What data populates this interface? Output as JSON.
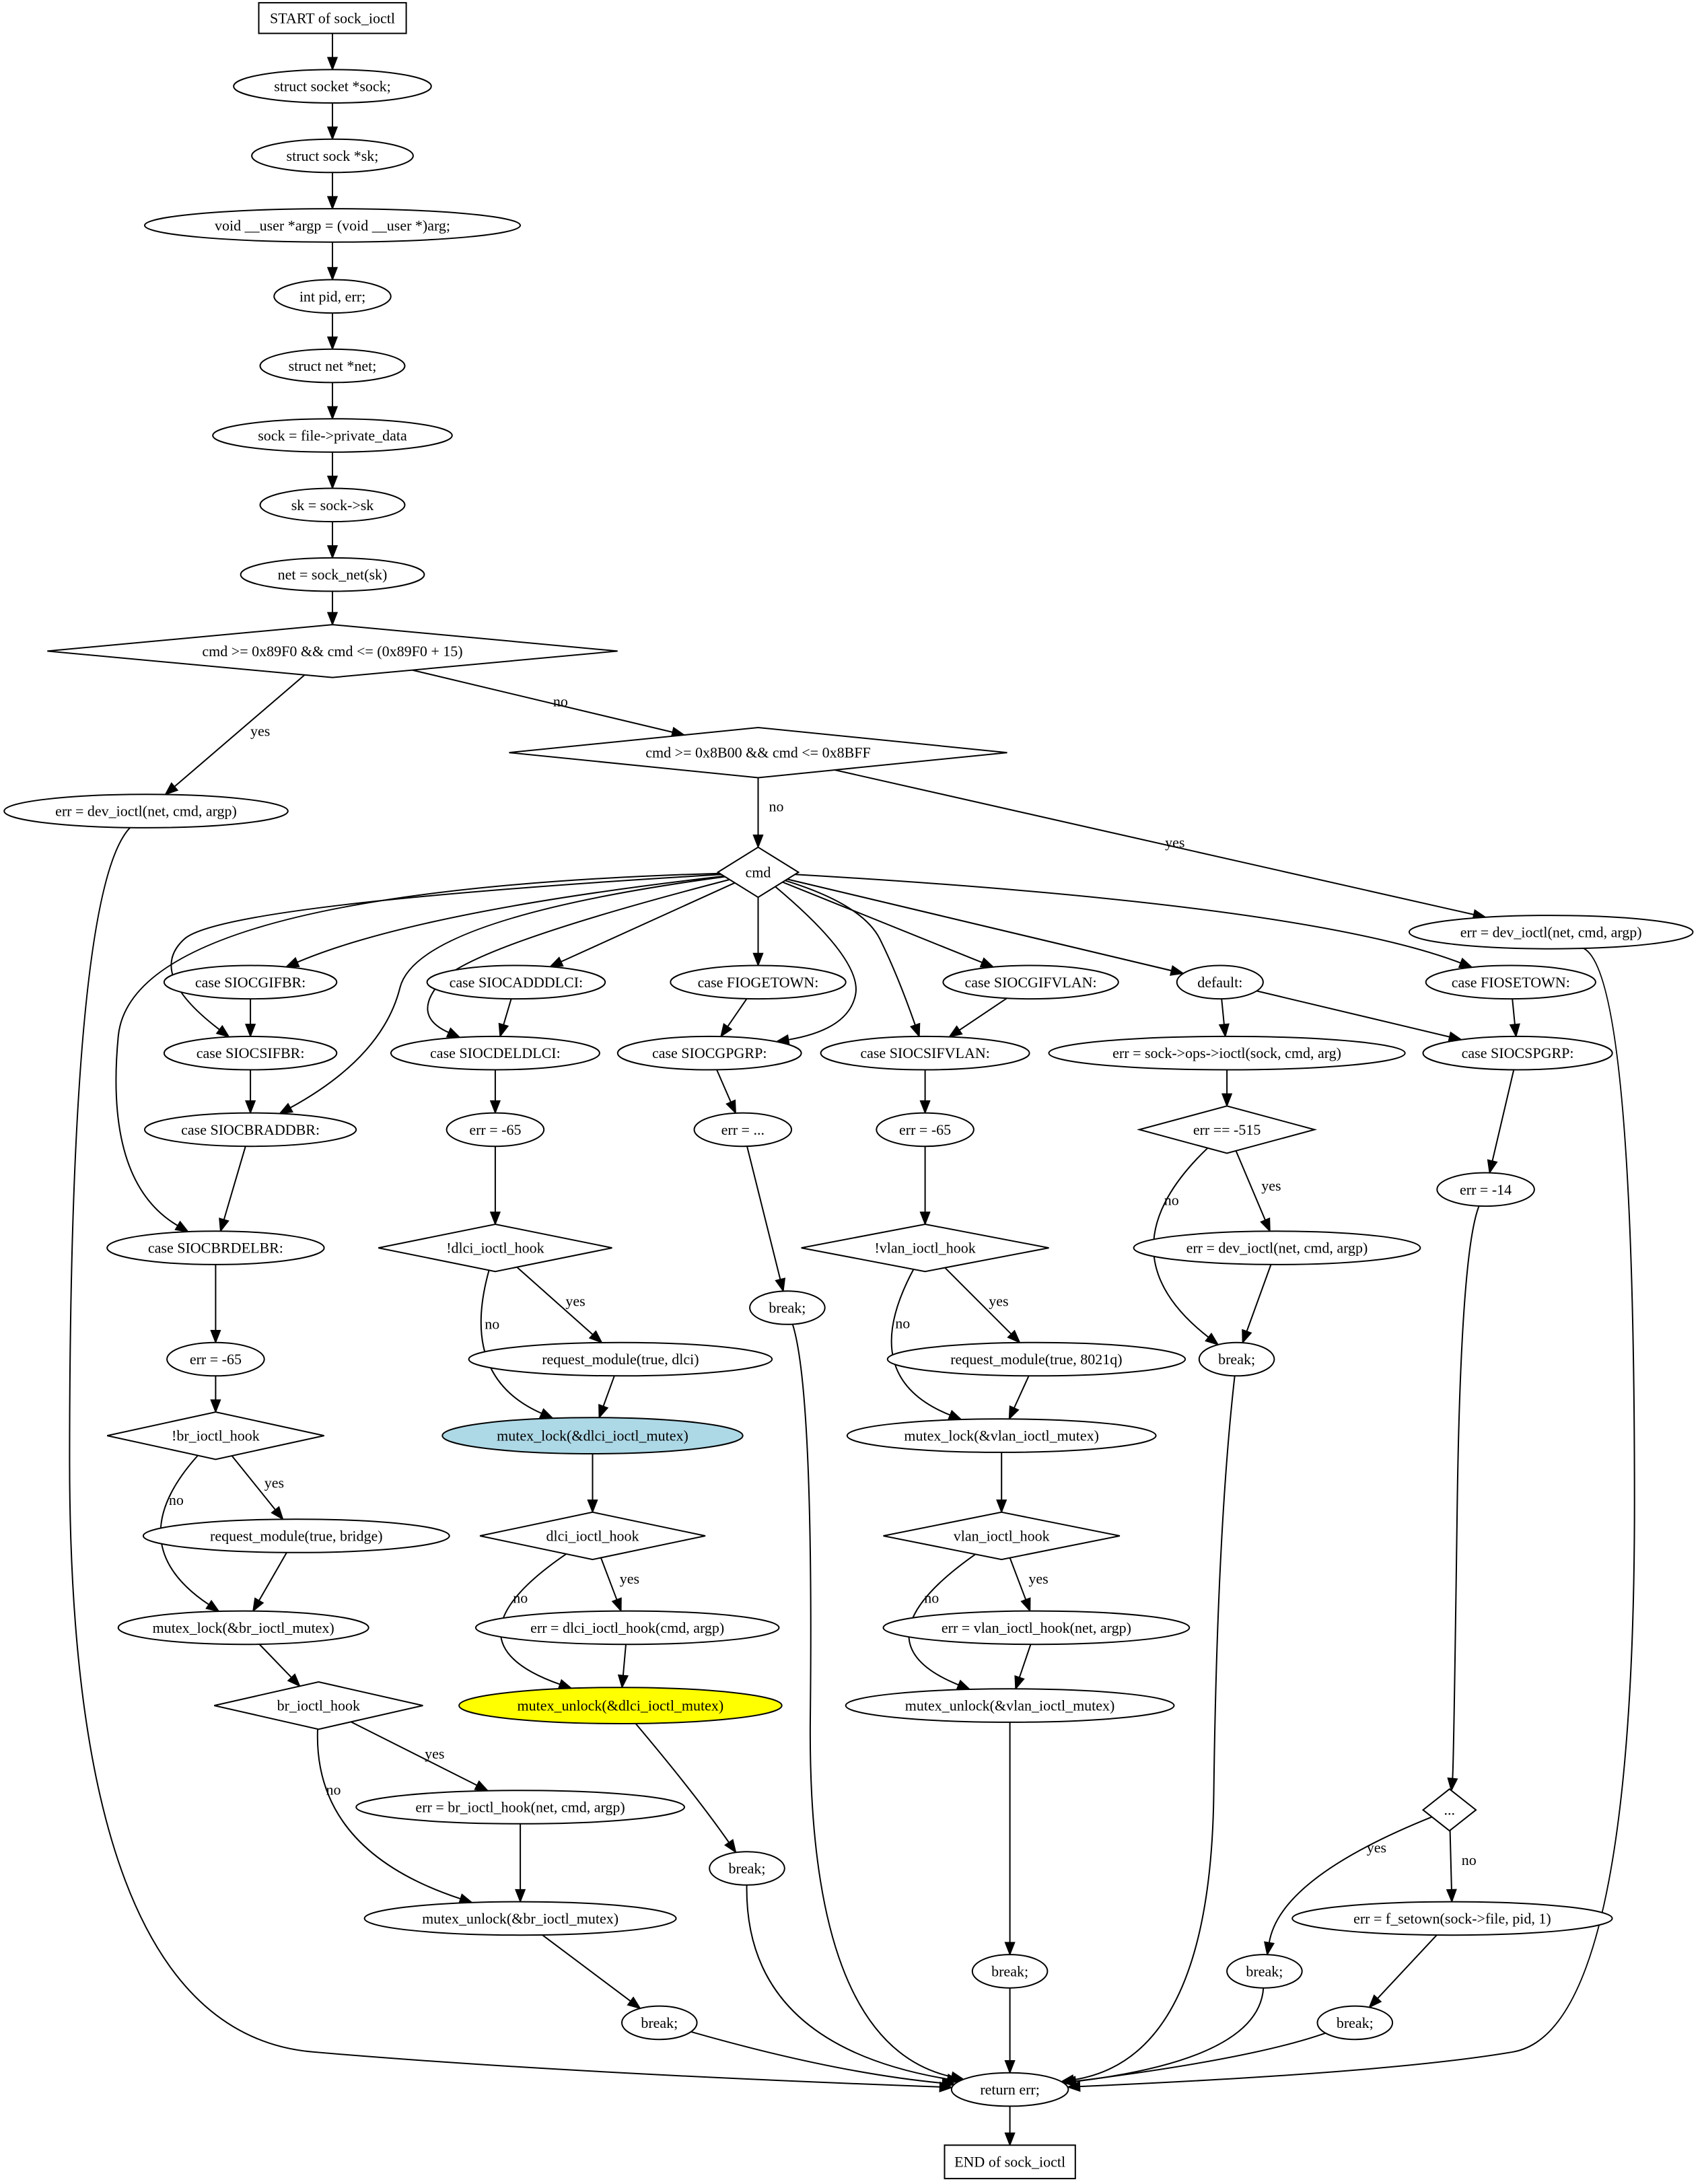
{
  "diagram": {
    "nodes": {
      "start": {
        "label": "START of sock_ioctl",
        "shape": "box"
      },
      "n1": {
        "label": "struct socket *sock;",
        "shape": "ellipse"
      },
      "n2": {
        "label": "struct sock *sk;",
        "shape": "ellipse"
      },
      "n3": {
        "label": "void __user *argp = (void __user *)arg;",
        "shape": "ellipse"
      },
      "n4": {
        "label": "int pid, err;",
        "shape": "ellipse"
      },
      "n5": {
        "label": "struct net *net;",
        "shape": "ellipse"
      },
      "n6": {
        "label": "sock = file->private_data",
        "shape": "ellipse"
      },
      "n7": {
        "label": "sk = sock->sk",
        "shape": "ellipse"
      },
      "n8": {
        "label": "net = sock_net(sk)",
        "shape": "ellipse"
      },
      "d1": {
        "label": "cmd >= 0x89F0 && cmd <= (0x89F0 + 15)",
        "shape": "diamond"
      },
      "e1": {
        "label": "err = dev_ioctl(net, cmd, argp)",
        "shape": "ellipse"
      },
      "d2": {
        "label": "cmd >= 0x8B00 && cmd <= 0x8BFF",
        "shape": "diamond"
      },
      "sw": {
        "label": "cmd",
        "shape": "diamond"
      },
      "e2": {
        "label": "err = dev_ioctl(net, cmd, argp)",
        "shape": "ellipse"
      },
      "c_gifbr": {
        "label": "case SIOCGIFBR:",
        "shape": "ellipse"
      },
      "c_sifbr": {
        "label": "case SIOCSIFBR:",
        "shape": "ellipse"
      },
      "c_braddbr": {
        "label": "case SIOCBRADDBR:",
        "shape": "ellipse"
      },
      "c_brdelbr": {
        "label": "case SIOCBRDELBR:",
        "shape": "ellipse"
      },
      "br_err": {
        "label": "err = -65",
        "shape": "ellipse"
      },
      "br_d1": {
        "label": "!br_ioctl_hook",
        "shape": "diamond"
      },
      "br_req": {
        "label": "request_module(true, bridge)",
        "shape": "ellipse"
      },
      "br_lock": {
        "label": "mutex_lock(&br_ioctl_mutex)",
        "shape": "ellipse"
      },
      "br_d2": {
        "label": "br_ioctl_hook",
        "shape": "diamond"
      },
      "br_call": {
        "label": "err = br_ioctl_hook(net, cmd, argp)",
        "shape": "ellipse"
      },
      "br_unlock": {
        "label": "mutex_unlock(&br_ioctl_mutex)",
        "shape": "ellipse"
      },
      "br_break": {
        "label": "break;",
        "shape": "ellipse"
      },
      "c_adddlci": {
        "label": "case SIOCADDDLCI:",
        "shape": "ellipse"
      },
      "c_deldlci": {
        "label": "case SIOCDELDLCI:",
        "shape": "ellipse"
      },
      "dl_err": {
        "label": "err = -65",
        "shape": "ellipse"
      },
      "dl_d1": {
        "label": "!dlci_ioctl_hook",
        "shape": "diamond"
      },
      "dl_req": {
        "label": "request_module(true, dlci)",
        "shape": "ellipse"
      },
      "dl_lock": {
        "label": "mutex_lock(&dlci_ioctl_mutex)",
        "shape": "ellipse",
        "fill": "#add8e6"
      },
      "dl_d2": {
        "label": "dlci_ioctl_hook",
        "shape": "diamond"
      },
      "dl_call": {
        "label": "err = dlci_ioctl_hook(cmd, argp)",
        "shape": "ellipse"
      },
      "dl_unlock": {
        "label": "mutex_unlock(&dlci_ioctl_mutex)",
        "shape": "ellipse",
        "fill": "#ffff00"
      },
      "dl_break": {
        "label": "break;",
        "shape": "ellipse"
      },
      "c_fiogetown": {
        "label": "case FIOGETOWN:",
        "shape": "ellipse"
      },
      "c_gpgrp": {
        "label": "case SIOCGPGRP:",
        "shape": "ellipse"
      },
      "own_err": {
        "label": "err = ...",
        "shape": "ellipse"
      },
      "own_break": {
        "label": "break;",
        "shape": "ellipse"
      },
      "c_gifvlan": {
        "label": "case SIOCGIFVLAN:",
        "shape": "ellipse"
      },
      "c_sifvlan": {
        "label": "case SIOCSIFVLAN:",
        "shape": "ellipse"
      },
      "vl_err": {
        "label": "err = -65",
        "shape": "ellipse"
      },
      "vl_d1": {
        "label": "!vlan_ioctl_hook",
        "shape": "diamond"
      },
      "vl_req": {
        "label": "request_module(true, 8021q)",
        "shape": "ellipse"
      },
      "vl_lock": {
        "label": "mutex_lock(&vlan_ioctl_mutex)",
        "shape": "ellipse"
      },
      "vl_d2": {
        "label": "vlan_ioctl_hook",
        "shape": "diamond"
      },
      "vl_call": {
        "label": "err = vlan_ioctl_hook(net, argp)",
        "shape": "ellipse"
      },
      "vl_unlock": {
        "label": "mutex_unlock(&vlan_ioctl_mutex)",
        "shape": "ellipse"
      },
      "vl_break": {
        "label": "break;",
        "shape": "ellipse"
      },
      "c_default": {
        "label": "default:",
        "shape": "ellipse"
      },
      "df_call": {
        "label": "err = sock->ops->ioctl(sock, cmd, arg)",
        "shape": "ellipse"
      },
      "df_d": {
        "label": "err == -515",
        "shape": "diamond"
      },
      "df_dev": {
        "label": "err = dev_ioctl(net, cmd, argp)",
        "shape": "ellipse"
      },
      "df_break": {
        "label": "break;",
        "shape": "ellipse"
      },
      "c_fiosetown": {
        "label": "case FIOSETOWN:",
        "shape": "ellipse"
      },
      "c_spgrp": {
        "label": "case SIOCSPGRP:",
        "shape": "ellipse"
      },
      "sp_err": {
        "label": "err = -14",
        "shape": "ellipse"
      },
      "sp_d": {
        "label": "...",
        "shape": "diamond"
      },
      "sp_break1": {
        "label": "break;",
        "shape": "ellipse"
      },
      "sp_setown": {
        "label": "err = f_setown(sock->file, pid, 1)",
        "shape": "ellipse"
      },
      "sp_break2": {
        "label": "break;",
        "shape": "ellipse"
      },
      "ret": {
        "label": "return err;",
        "shape": "ellipse"
      },
      "end": {
        "label": "END of sock_ioctl",
        "shape": "box"
      }
    },
    "edge_labels": {
      "yes": "yes",
      "no": "no"
    }
  }
}
